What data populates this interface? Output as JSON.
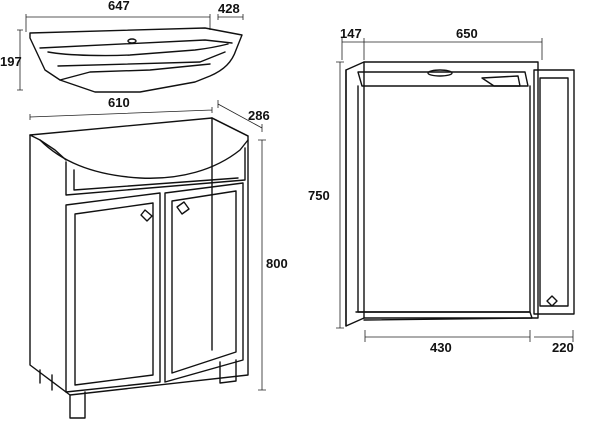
{
  "dimensions": {
    "basin_width": "647",
    "basin_depth": "428",
    "basin_height": "197",
    "cabinet_width": "610",
    "cabinet_depth": "286",
    "cabinet_height": "800",
    "mirror_depth": "147",
    "mirror_width": "650",
    "mirror_height": "750",
    "mirror_panel_width": "430",
    "mirror_side_width": "220"
  }
}
